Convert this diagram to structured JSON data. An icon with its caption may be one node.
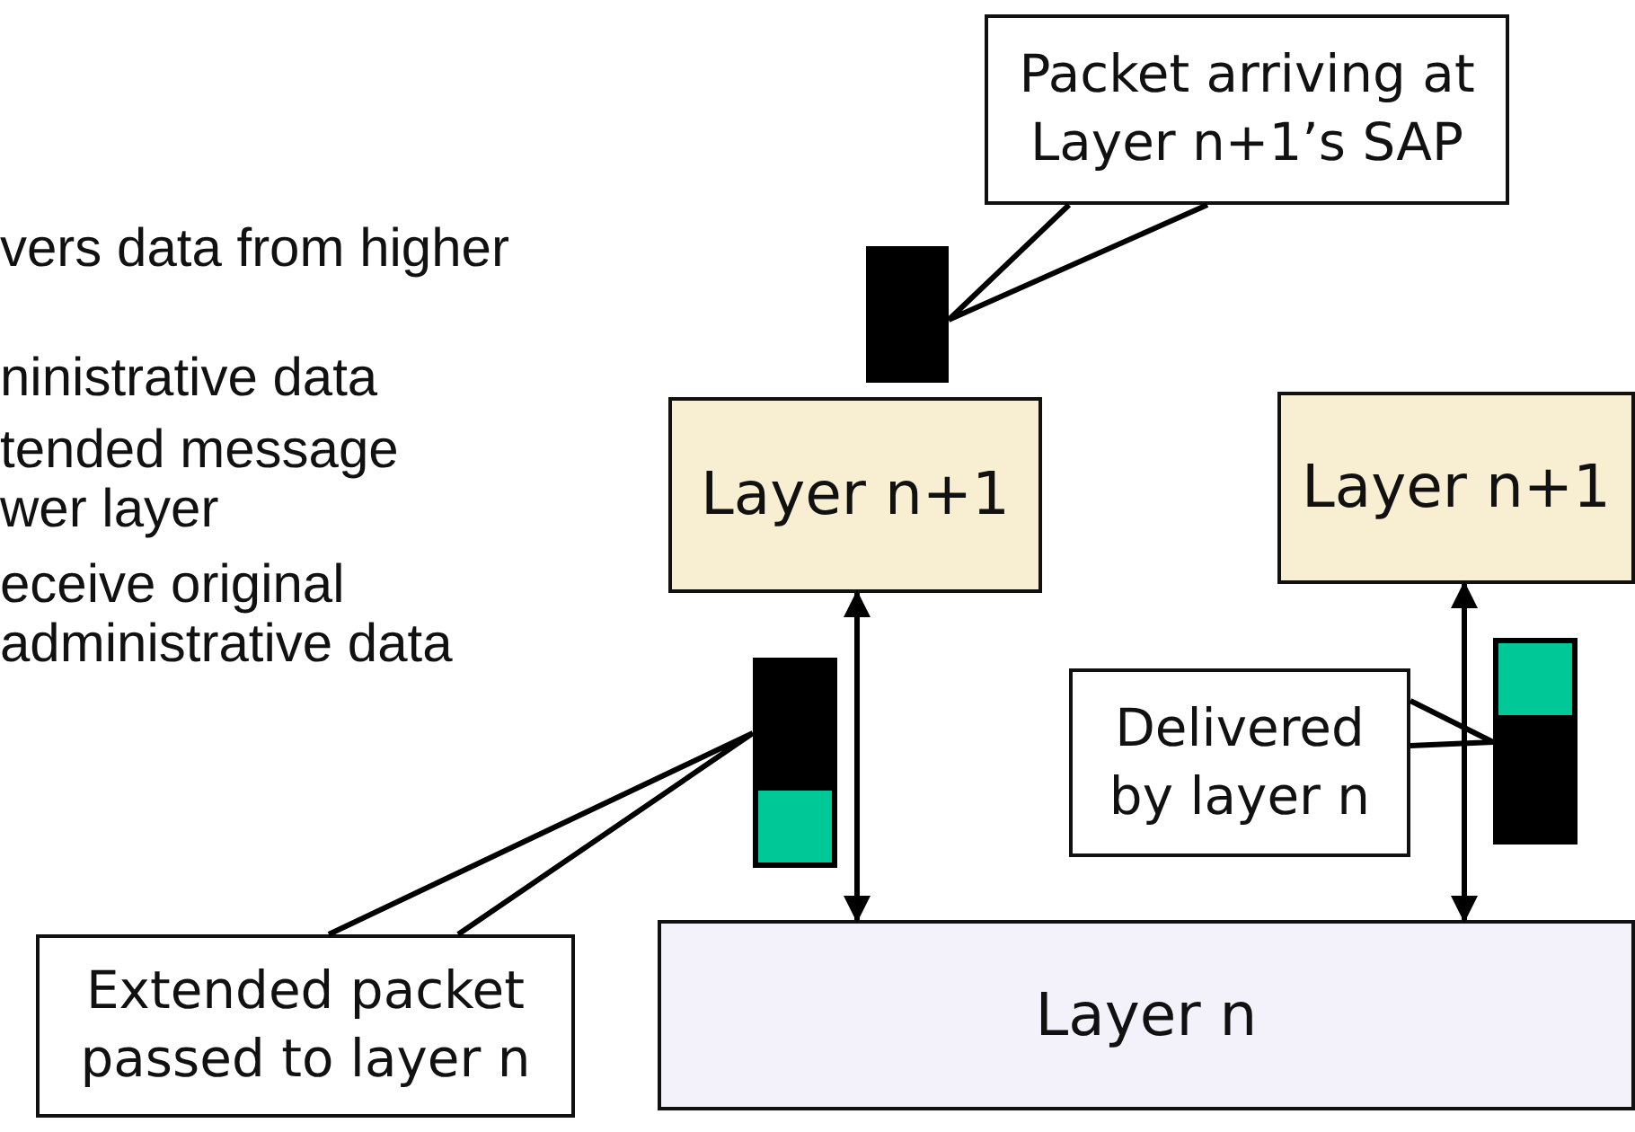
{
  "diagram": {
    "nodes": [
      {
        "text": [
          "Packet arriving at Layer n+1’s SAP"
        ]
      },
      {
        "text": [],
        "shape": "bar"
      },
      {
        "text": [
          "Layer n+1"
        ]
      },
      {
        "text": [
          "Layer n+1"
        ]
      },
      {
        "text": [],
        "shape": "bar"
      },
      {
        "text": [],
        "shape": "bar"
      },
      {
        "text": [
          "Layer n"
        ]
      },
      {
        "text": [
          "Delivered by layer n"
        ]
      },
      {
        "text": [
          "Extended packet passed to layer n"
        ]
      }
    ],
    "edges": [
      {
        "from": 0,
        "to": 1,
        "arrow": "none"
      },
      {
        "from": 2,
        "to": 6,
        "arrow": "both"
      },
      {
        "from": 3,
        "to": 6,
        "arrow": "both"
      },
      {
        "from": 7,
        "to": 5,
        "arrow": "none"
      },
      {
        "from": 8,
        "to": 4,
        "arrow": "none"
      }
    ],
    "labels": [
      "vers data from higher",
      "ninistrative data",
      "tended message wer layer",
      "eceive original administrative data"
    ]
  }
}
